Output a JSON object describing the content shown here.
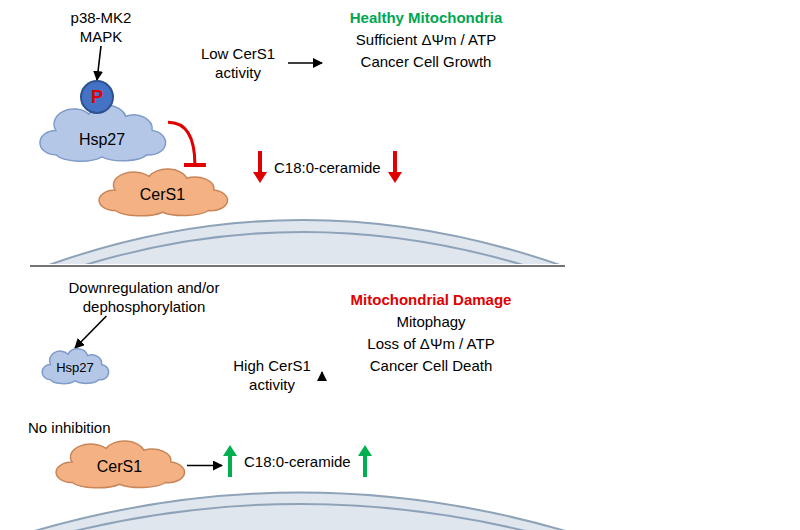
{
  "diagram": {
    "nodes": [
      {
        "text": [
          "p38-MK2 MAPK"
        ]
      },
      {
        "text": [
          "P"
        ]
      },
      {
        "text": [
          "Hsp27"
        ]
      },
      {
        "text": [
          "CerS1"
        ]
      },
      {
        "text": [
          "Low CerS1 activity"
        ]
      },
      {
        "text": [
          "Healthy Mitochondria",
          "Sufficient ΔΨm / ATP",
          "Cancer Cell Growth"
        ]
      },
      {
        "text": [
          "C18:0-ceramide"
        ]
      },
      {
        "text": [
          "Downregulation and/or dephosphorylation"
        ]
      },
      {
        "text": [
          "Hsp27"
        ]
      },
      {
        "text": [
          "High CerS1 activity"
        ]
      },
      {
        "text": [
          "Mitochondrial Damage",
          "Mitophagy",
          "Loss of ΔΨm / ATP",
          "Cancer Cell Death"
        ]
      },
      {
        "text": [
          "CerS1"
        ]
      },
      {
        "text": [
          "C18:0-ceramide"
        ]
      }
    ],
    "edges": [
      {
        "from": 0,
        "to": 1,
        "arrow": "to"
      },
      {
        "from": 2,
        "to": 3,
        "arrow": "to"
      },
      {
        "from": 4,
        "to": 5,
        "arrow": "to"
      },
      {
        "from": 7,
        "to": 8,
        "arrow": "to"
      },
      {
        "from": 9,
        "to": 10,
        "arrow": "to"
      },
      {
        "from": 11,
        "to": 12,
        "arrow": "to"
      }
    ],
    "labels": [
      "No inhibition"
    ]
  }
}
